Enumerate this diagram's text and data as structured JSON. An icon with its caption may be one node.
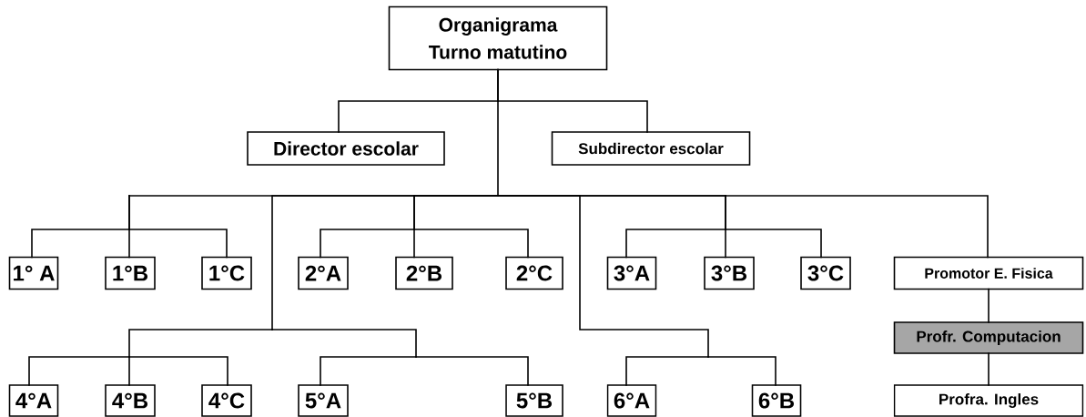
{
  "diagram": {
    "nodes": [
      {
        "text": [
          "Organigrama",
          "Turno matutino"
        ]
      },
      {
        "text": [
          "Director escolar"
        ]
      },
      {
        "text": [
          "Subdirector escolar"
        ]
      },
      {
        "text": [
          "1° A"
        ]
      },
      {
        "text": [
          "1°B"
        ]
      },
      {
        "text": [
          "1°C"
        ]
      },
      {
        "text": [
          "2°A"
        ]
      },
      {
        "text": [
          "2°B"
        ]
      },
      {
        "text": [
          "2°C"
        ]
      },
      {
        "text": [
          "3°A"
        ]
      },
      {
        "text": [
          "3°B"
        ]
      },
      {
        "text": [
          "3°C"
        ]
      },
      {
        "text": [
          "Promotor E. Fisica"
        ]
      },
      {
        "text": [
          "Profr. Computacion"
        ]
      },
      {
        "text": [
          "4°A"
        ]
      },
      {
        "text": [
          "4°B"
        ]
      },
      {
        "text": [
          "4°C"
        ]
      },
      {
        "text": [
          "5°A"
        ]
      },
      {
        "text": [
          "5°B"
        ]
      },
      {
        "text": [
          "6°A"
        ]
      },
      {
        "text": [
          "6°B"
        ]
      },
      {
        "text": [
          "Profra. Ingles"
        ]
      }
    ],
    "edges": [
      {
        "from": 0,
        "to": 1,
        "arrow": "none"
      },
      {
        "from": 0,
        "to": 2,
        "arrow": "none"
      },
      {
        "from": 0,
        "to": 3,
        "arrow": "none"
      },
      {
        "from": 0,
        "to": 4,
        "arrow": "none"
      },
      {
        "from": 0,
        "to": 5,
        "arrow": "none"
      },
      {
        "from": 0,
        "to": 6,
        "arrow": "none"
      },
      {
        "from": 0,
        "to": 7,
        "arrow": "none"
      },
      {
        "from": 0,
        "to": 8,
        "arrow": "none"
      },
      {
        "from": 0,
        "to": 9,
        "arrow": "none"
      },
      {
        "from": 0,
        "to": 10,
        "arrow": "none"
      },
      {
        "from": 0,
        "to": 11,
        "arrow": "none"
      },
      {
        "from": 0,
        "to": 12,
        "arrow": "none"
      },
      {
        "from": 0,
        "to": 14,
        "arrow": "none"
      },
      {
        "from": 0,
        "to": 15,
        "arrow": "none"
      },
      {
        "from": 0,
        "to": 16,
        "arrow": "none"
      },
      {
        "from": 0,
        "to": 17,
        "arrow": "none"
      },
      {
        "from": 0,
        "to": 18,
        "arrow": "none"
      },
      {
        "from": 0,
        "to": 19,
        "arrow": "none"
      },
      {
        "from": 0,
        "to": 20,
        "arrow": "none"
      },
      {
        "from": 12,
        "to": 13,
        "arrow": "none"
      },
      {
        "from": 13,
        "to": 21,
        "arrow": "none"
      }
    ]
  }
}
